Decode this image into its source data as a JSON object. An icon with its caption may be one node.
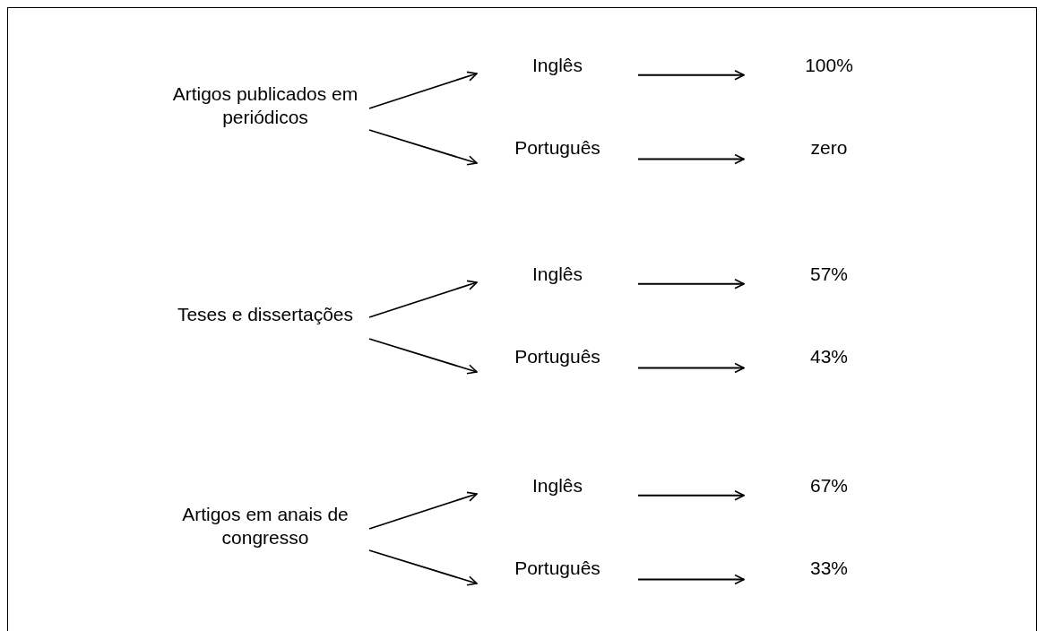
{
  "diagram": {
    "nodes": [
      {
        "text": [
          "Artigos publicados em periódicos"
        ]
      },
      {
        "text": [
          "Inglês"
        ]
      },
      {
        "text": [
          "100%"
        ]
      },
      {
        "text": [
          "Português"
        ]
      },
      {
        "text": [
          "zero"
        ]
      },
      {
        "text": [
          "Teses e dissertações"
        ]
      },
      {
        "text": [
          "Inglês"
        ]
      },
      {
        "text": [
          "57%"
        ]
      },
      {
        "text": [
          "Português"
        ]
      },
      {
        "text": [
          "43%"
        ]
      },
      {
        "text": [
          "Artigos em anais de congresso"
        ]
      },
      {
        "text": [
          "Inglês"
        ]
      },
      {
        "text": [
          "67%"
        ]
      },
      {
        "text": [
          "Português"
        ]
      },
      {
        "text": [
          "33%"
        ]
      }
    ],
    "edges": [
      {
        "from": 0,
        "to": 1,
        "arrow": "to"
      },
      {
        "from": 0,
        "to": 3,
        "arrow": "to"
      },
      {
        "from": 1,
        "to": 2,
        "arrow": "to"
      },
      {
        "from": 3,
        "to": 4,
        "arrow": "to"
      },
      {
        "from": 5,
        "to": 6,
        "arrow": "to"
      },
      {
        "from": 5,
        "to": 8,
        "arrow": "to"
      },
      {
        "from": 6,
        "to": 7,
        "arrow": "to"
      },
      {
        "from": 8,
        "to": 9,
        "arrow": "to"
      },
      {
        "from": 10,
        "to": 11,
        "arrow": "to"
      },
      {
        "from": 10,
        "to": 13,
        "arrow": "to"
      },
      {
        "from": 11,
        "to": 12,
        "arrow": "to"
      },
      {
        "from": 13,
        "to": 14,
        "arrow": "to"
      }
    ]
  }
}
